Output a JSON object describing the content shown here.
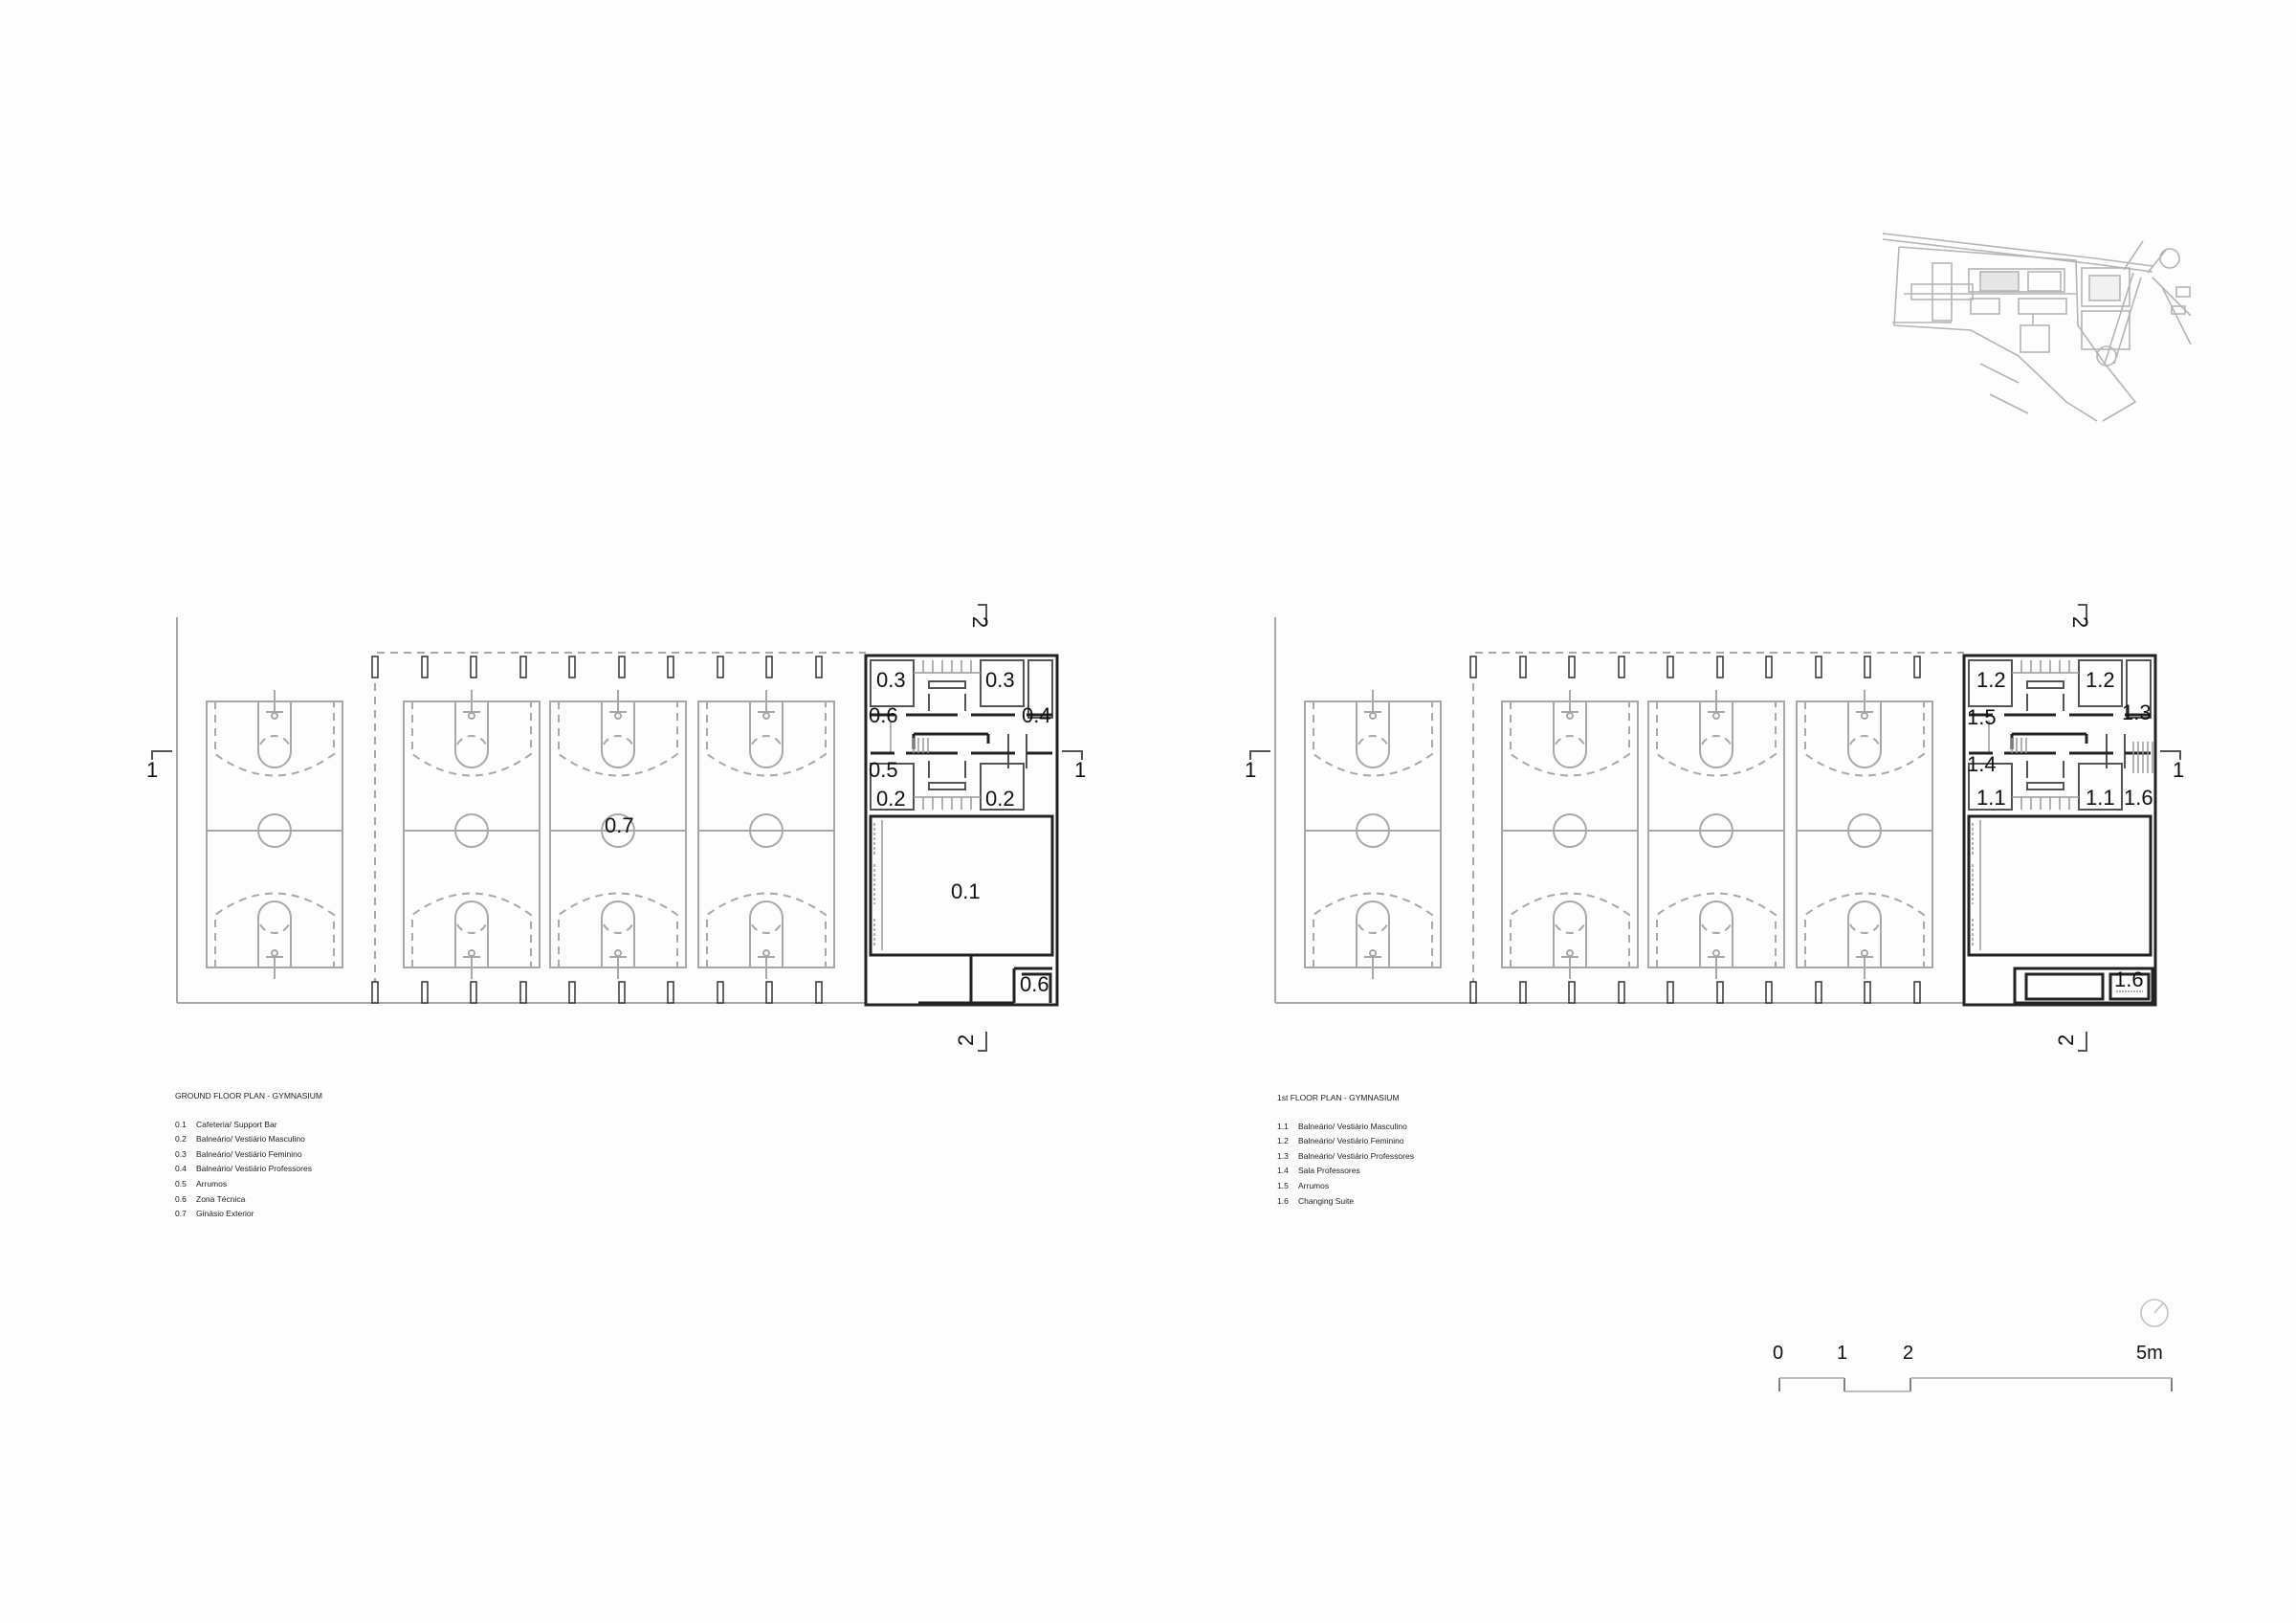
{
  "ground_floor": {
    "title": "GROUND FLOOR PLAN - GYMNASIUM",
    "legend": [
      {
        "code": "0.1",
        "label": "Cafeteria/ Support Bar"
      },
      {
        "code": "0.2",
        "label": "Balneário/ Vestiário Masculino"
      },
      {
        "code": "0.3",
        "label": "Balneário/ Vestiário Feminino"
      },
      {
        "code": "0.4",
        "label": "Balneário/ Vestiário Professores"
      },
      {
        "code": "0.5",
        "label": "Arrumos"
      },
      {
        "code": "0.6",
        "label": "Zona Técnica"
      },
      {
        "code": "0.7",
        "label": "Ginásio Exterior"
      }
    ],
    "room_labels": {
      "r03a": "0.3",
      "r03b": "0.3",
      "r06a": "0.6",
      "r04": "0.4",
      "r05": "0.5",
      "r02a": "0.2",
      "r02b": "0.2",
      "r07": "0.7",
      "r01": "0.1",
      "r06b": "0.6"
    },
    "section_marks": {
      "s1_left": "1",
      "s1_right": "1",
      "s2_top": "2",
      "s2_bottom": "2"
    }
  },
  "first_floor": {
    "title": "1st FLOOR PLAN - GYMNASIUM",
    "legend": [
      {
        "code": "1.1",
        "label": "Balneário/ Vestiário Masculino"
      },
      {
        "code": "1.2",
        "label": "Balneário/ Vestiário Feminino"
      },
      {
        "code": "1.3",
        "label": "Balneário/ Vestiário Professores"
      },
      {
        "code": "1.4",
        "label": "Sala Professores"
      },
      {
        "code": "1.5",
        "label": "Arrumos"
      },
      {
        "code": "1.6",
        "label": "Changing Suite"
      }
    ],
    "room_labels": {
      "r12a": "1.2",
      "r12b": "1.2",
      "r15": "1.5",
      "r13": "1.3",
      "r14": "1.4",
      "r11a": "1.1",
      "r11b": "1.1",
      "r16a": "1.6",
      "r16b": "1.6"
    },
    "section_marks": {
      "s1_left": "1",
      "s1_right": "1",
      "s2_top": "2",
      "s2_bottom": "2"
    }
  },
  "scale_bar": {
    "ticks": [
      "0",
      "1",
      "2",
      "5m"
    ]
  },
  "icons": {
    "north_arrow": "north-arrow-icon",
    "site_plan": "site-location-plan"
  }
}
